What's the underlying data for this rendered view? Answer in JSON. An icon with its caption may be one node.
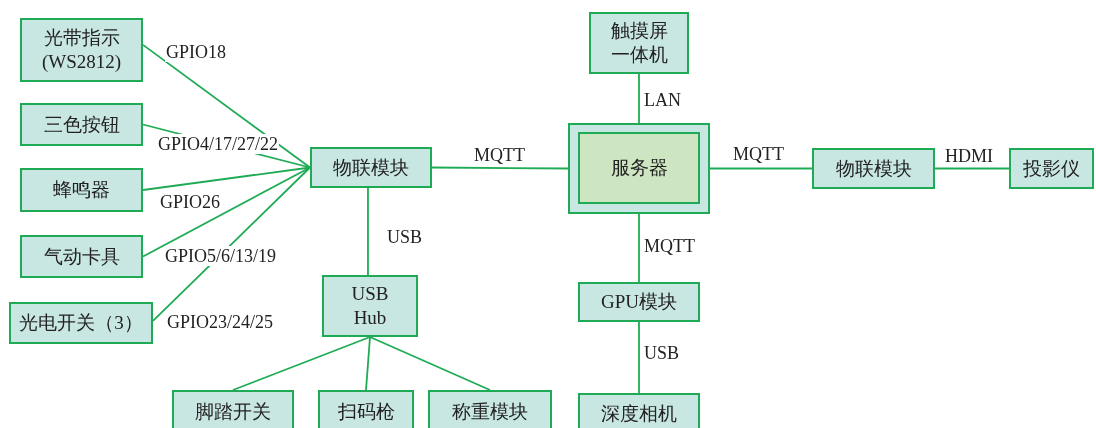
{
  "diagram": {
    "nodes": [
      {
        "text": [
          "光带指示(WS2812)"
        ]
      },
      {
        "text": [
          "三色按钮"
        ]
      },
      {
        "text": [
          "蜂鸣器"
        ]
      },
      {
        "text": [
          "气动卡具"
        ]
      },
      {
        "text": [
          "光电开关（3）"
        ]
      },
      {
        "text": [
          "物联模块"
        ]
      },
      {
        "text": [
          "USB Hub"
        ]
      },
      {
        "text": [
          "脚踏开关"
        ]
      },
      {
        "text": [
          "扫码枪"
        ]
      },
      {
        "text": [
          "称重模块"
        ]
      },
      {
        "text": [
          "触摸屏一体机"
        ]
      },
      {
        "text": [],
        "shape": "box"
      },
      {
        "text": [
          "服务器"
        ],
        "in": 11
      },
      {
        "text": [
          "GPU模块"
        ]
      },
      {
        "text": [
          "深度相机"
        ]
      },
      {
        "text": [
          "物联模块"
        ]
      },
      {
        "text": [
          "投影仪"
        ]
      }
    ],
    "edges": [
      {
        "from": 0,
        "to": 5,
        "arrow": "none",
        "label": "GPIO18"
      },
      {
        "from": 1,
        "to": 5,
        "arrow": "none",
        "label": "GPIO4/17/27/22"
      },
      {
        "from": 2,
        "to": 5,
        "arrow": "none",
        "label": "GPIO26"
      },
      {
        "from": 3,
        "to": 5,
        "arrow": "none",
        "label": "GPIO5/6/13/19"
      },
      {
        "from": 4,
        "to": 5,
        "arrow": "none",
        "label": "GPIO23/24/25"
      },
      {
        "from": 5,
        "to": 11,
        "arrow": "none",
        "label": "MQTT"
      },
      {
        "from": 5,
        "to": 6,
        "arrow": "none",
        "label": "USB"
      },
      {
        "from": 6,
        "to": 7,
        "arrow": "none"
      },
      {
        "from": 6,
        "to": 8,
        "arrow": "none"
      },
      {
        "from": 6,
        "to": 9,
        "arrow": "none"
      },
      {
        "from": 10,
        "to": 11,
        "arrow": "none",
        "label": "LAN"
      },
      {
        "from": 11,
        "to": 13,
        "arrow": "none",
        "label": "MQTT"
      },
      {
        "from": 13,
        "to": 14,
        "arrow": "none",
        "label": "USB"
      },
      {
        "from": 11,
        "to": 15,
        "arrow": "none",
        "label": "MQTT"
      },
      {
        "from": 15,
        "to": 16,
        "arrow": "none",
        "label": "HDMI"
      }
    ]
  }
}
